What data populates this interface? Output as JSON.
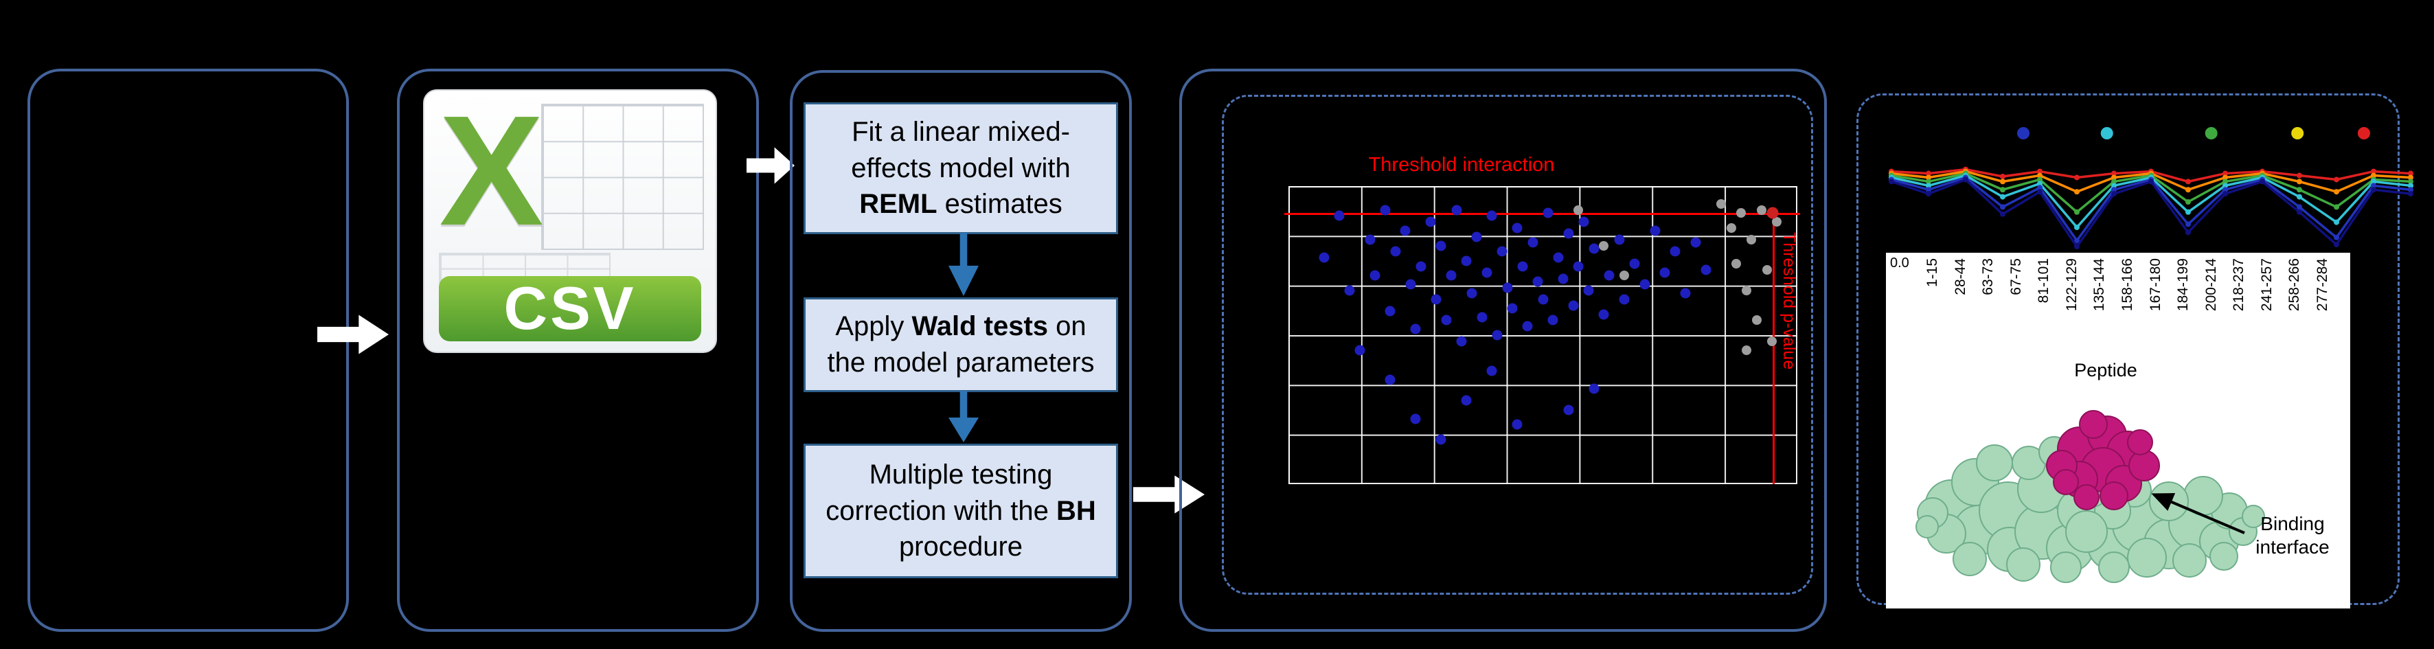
{
  "colors": {
    "background": "#000000",
    "panel_border": "#44639a",
    "dashed_border": "#4f74b8",
    "box_fill": "#dae3f3",
    "box_border": "#2e5f8a",
    "flow_arrow": "#2e75b6",
    "inter_arrow": "#ffffff",
    "threshold": "#ff0000",
    "dot_significant": "#1f1fbf",
    "dot_nonsignificant": "#9e9e9e",
    "dot_highlight": "#cc2222",
    "protein_surface": "#a9d8b8",
    "protein_surface_dark": "#6fae8c",
    "binding_site": "#c2187c",
    "binding_site_dark": "#8f1159",
    "csv_green": "#6fae3c",
    "csv_banner_top": "#8dc63f",
    "csv_banner_bottom": "#4e9a2e"
  },
  "csv": {
    "letter": "X",
    "label": "CSV"
  },
  "workflow": {
    "steps": [
      {
        "pre": "Fit a linear mixed-effects model with ",
        "bold": "REML",
        "post": " estimates"
      },
      {
        "pre": "Apply ",
        "bold": "Wald tests",
        "post": " on the model parameters"
      },
      {
        "pre": "Multiple testing correction with the ",
        "bold": "BH",
        "post": " procedure"
      }
    ]
  },
  "protein": {
    "label": "Binding interface"
  },
  "chart_data": [
    {
      "id": "volcano",
      "type": "scatter",
      "title": "Threshold interaction",
      "side_label": "Threshold p-value",
      "grid": {
        "cols": 7,
        "rows": 6
      },
      "threshold_y_frac": 0.09,
      "threshold_x_frac": 0.951,
      "points_significant": [
        [
          0.07,
          0.24
        ],
        [
          0.1,
          0.1
        ],
        [
          0.12,
          0.35
        ],
        [
          0.14,
          0.55
        ],
        [
          0.16,
          0.18
        ],
        [
          0.17,
          0.3
        ],
        [
          0.19,
          0.08
        ],
        [
          0.2,
          0.42
        ],
        [
          0.21,
          0.22
        ],
        [
          0.23,
          0.15
        ],
        [
          0.24,
          0.33
        ],
        [
          0.25,
          0.48
        ],
        [
          0.26,
          0.27
        ],
        [
          0.28,
          0.12
        ],
        [
          0.29,
          0.38
        ],
        [
          0.3,
          0.2
        ],
        [
          0.31,
          0.45
        ],
        [
          0.32,
          0.3
        ],
        [
          0.33,
          0.08
        ],
        [
          0.34,
          0.52
        ],
        [
          0.35,
          0.25
        ],
        [
          0.36,
          0.36
        ],
        [
          0.37,
          0.17
        ],
        [
          0.38,
          0.44
        ],
        [
          0.39,
          0.29
        ],
        [
          0.4,
          0.1
        ],
        [
          0.41,
          0.5
        ],
        [
          0.42,
          0.22
        ],
        [
          0.43,
          0.34
        ],
        [
          0.44,
          0.41
        ],
        [
          0.45,
          0.14
        ],
        [
          0.46,
          0.27
        ],
        [
          0.47,
          0.47
        ],
        [
          0.48,
          0.19
        ],
        [
          0.49,
          0.32
        ],
        [
          0.5,
          0.38
        ],
        [
          0.51,
          0.09
        ],
        [
          0.52,
          0.45
        ],
        [
          0.53,
          0.24
        ],
        [
          0.54,
          0.31
        ],
        [
          0.55,
          0.16
        ],
        [
          0.56,
          0.4
        ],
        [
          0.57,
          0.27
        ],
        [
          0.58,
          0.12
        ],
        [
          0.59,
          0.35
        ],
        [
          0.6,
          0.21
        ],
        [
          0.62,
          0.43
        ],
        [
          0.63,
          0.3
        ],
        [
          0.65,
          0.18
        ],
        [
          0.66,
          0.38
        ],
        [
          0.68,
          0.26
        ],
        [
          0.7,
          0.33
        ],
        [
          0.72,
          0.15
        ],
        [
          0.74,
          0.29
        ],
        [
          0.76,
          0.22
        ],
        [
          0.78,
          0.36
        ],
        [
          0.8,
          0.19
        ],
        [
          0.82,
          0.28
        ],
        [
          0.25,
          0.78
        ],
        [
          0.3,
          0.85
        ],
        [
          0.35,
          0.72
        ],
        [
          0.45,
          0.8
        ],
        [
          0.55,
          0.75
        ],
        [
          0.2,
          0.65
        ],
        [
          0.6,
          0.68
        ],
        [
          0.4,
          0.62
        ]
      ],
      "points_nonsignificant": [
        [
          0.85,
          0.06
        ],
        [
          0.87,
          0.14
        ],
        [
          0.88,
          0.26
        ],
        [
          0.89,
          0.09
        ],
        [
          0.9,
          0.35
        ],
        [
          0.91,
          0.18
        ],
        [
          0.92,
          0.45
        ],
        [
          0.93,
          0.08
        ],
        [
          0.94,
          0.28
        ],
        [
          0.95,
          0.52
        ],
        [
          0.96,
          0.12
        ],
        [
          0.9,
          0.55
        ],
        [
          0.62,
          0.2
        ],
        [
          0.57,
          0.08
        ],
        [
          0.66,
          0.3
        ]
      ],
      "points_highlight": [
        [
          0.951,
          0.09
        ]
      ]
    },
    {
      "id": "uptake",
      "type": "line",
      "categories": [
        "1-15",
        "28-44",
        "63-73",
        "67-75",
        "81-101",
        "122-129",
        "135-144",
        "158-166",
        "167-180",
        "184-199",
        "200-214",
        "218-237",
        "241-257",
        "258-266",
        "277-284"
      ],
      "xlabel": "Peptide",
      "y_tick_label": "0.0",
      "legend_dots": {
        "colors": [
          "#2233bb",
          "#33c3d6",
          "#3faa3f",
          "#e8d60a",
          "#e02020"
        ],
        "x_frac": [
          0.254,
          0.415,
          0.616,
          0.782,
          0.91
        ]
      },
      "series": [
        {
          "name": "series-red",
          "color": "#e02020",
          "values": [
            0.8,
            0.78,
            0.82,
            0.75,
            0.8,
            0.74,
            0.78,
            0.8,
            0.7,
            0.78,
            0.8,
            0.76,
            0.72,
            0.8,
            0.78
          ]
        },
        {
          "name": "series-orange",
          "color": "#ff8c00",
          "values": [
            0.78,
            0.74,
            0.8,
            0.7,
            0.76,
            0.6,
            0.74,
            0.78,
            0.62,
            0.74,
            0.78,
            0.7,
            0.6,
            0.76,
            0.74
          ]
        },
        {
          "name": "series-green",
          "color": "#3faa3f",
          "values": [
            0.76,
            0.7,
            0.78,
            0.62,
            0.72,
            0.4,
            0.7,
            0.76,
            0.5,
            0.7,
            0.76,
            0.62,
            0.45,
            0.72,
            0.7
          ]
        },
        {
          "name": "series-cyan",
          "color": "#33c3d6",
          "values": [
            0.74,
            0.66,
            0.76,
            0.55,
            0.68,
            0.25,
            0.66,
            0.74,
            0.4,
            0.66,
            0.74,
            0.55,
            0.3,
            0.7,
            0.66
          ]
        },
        {
          "name": "series-blue",
          "color": "#2233bb",
          "values": [
            0.72,
            0.62,
            0.74,
            0.45,
            0.64,
            0.12,
            0.62,
            0.72,
            0.28,
            0.62,
            0.72,
            0.45,
            0.15,
            0.66,
            0.62
          ]
        },
        {
          "name": "series-navy",
          "color": "#101080",
          "values": [
            0.7,
            0.58,
            0.72,
            0.38,
            0.6,
            0.06,
            0.58,
            0.7,
            0.2,
            0.58,
            0.7,
            0.4,
            0.08,
            0.62,
            0.58
          ]
        }
      ]
    }
  ]
}
